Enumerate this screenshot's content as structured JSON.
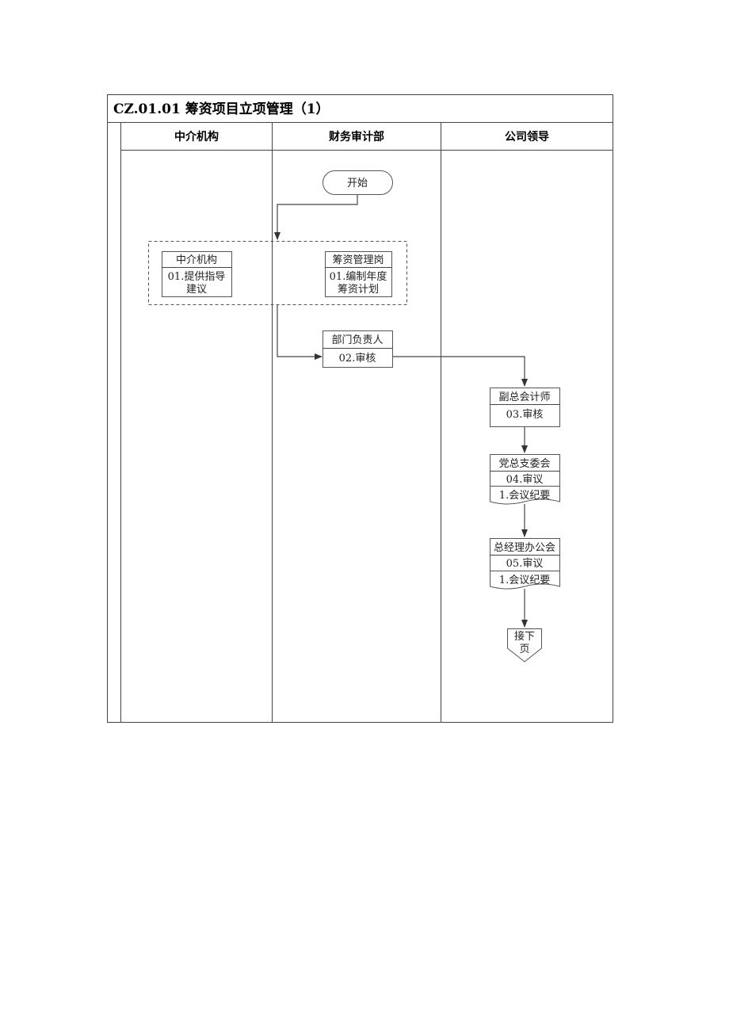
{
  "title": "CZ.01.01  筹资项目立项管理（1）",
  "lanes": [
    "中介机构",
    "财务审计部",
    "公司领导"
  ],
  "start": "开始",
  "group": {
    "left": {
      "role": "中介机构",
      "line1": "01.提供指导",
      "line2": "建议"
    },
    "right": {
      "role": "筹资管理岗",
      "line1": "01.编制年度",
      "line2": "筹资计划"
    }
  },
  "step02": {
    "role": "部门负责人",
    "action": "02.审核"
  },
  "step03": {
    "role": "副总会计师",
    "action": "03.审核"
  },
  "step04": {
    "role": "党总支委会",
    "action": "04.审议",
    "doc": "1.会议纪要"
  },
  "step05": {
    "role": "总经理办公会",
    "action": "05.审议",
    "doc": "1.会议纪要"
  },
  "offpage": {
    "line1": "接下",
    "line2": "页"
  },
  "colors": {
    "line": "#444444",
    "dashed": "#555555",
    "arrow": "#333333"
  }
}
